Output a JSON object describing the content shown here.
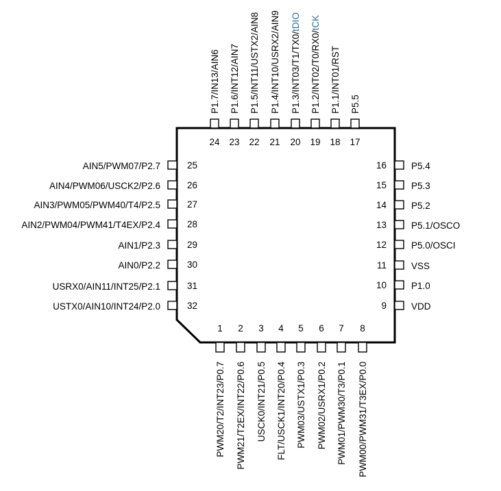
{
  "colors": {
    "outline": "#000000",
    "text": "#000000",
    "highlight": "#2e6f9e"
  },
  "pins": {
    "top": [
      {
        "num": "24",
        "label": "P1.7/IN13/AIN6"
      },
      {
        "num": "23",
        "label": "P1.6/INT12/AIN7"
      },
      {
        "num": "22",
        "label": "P1.5/INT11/USTX2/AIN8"
      },
      {
        "num": "21",
        "label": "P1.4/INT10/USRX2/AIN9"
      },
      {
        "num": "20",
        "label": "P1.3/INT03/T1/TX0/",
        "label_hl": "tDIO"
      },
      {
        "num": "19",
        "label": "P1.2/INT02/T0/RX0/",
        "label_hl": "tCK"
      },
      {
        "num": "18",
        "label": "P1.1/INT01/RST"
      },
      {
        "num": "17",
        "label": "P5.5"
      }
    ],
    "right": [
      {
        "num": "16",
        "label": "P5.4"
      },
      {
        "num": "15",
        "label": "P5.3"
      },
      {
        "num": "14",
        "label": "P5.2"
      },
      {
        "num": "13",
        "label": "P5.1/OSCO"
      },
      {
        "num": "12",
        "label": "P5.0/OSCI"
      },
      {
        "num": "11",
        "label": "VSS"
      },
      {
        "num": "10",
        "label": "P1.0"
      },
      {
        "num": "9",
        "label": "VDD"
      }
    ],
    "bottom": [
      {
        "num": "1",
        "label": "PWM20/T2/INT23/P0.7"
      },
      {
        "num": "2",
        "label": "PWM21/T2EX/INT22/P0.6"
      },
      {
        "num": "3",
        "label": "USCK0/INT21/P0.5"
      },
      {
        "num": "4",
        "label": "FLT/USCK1/INT20/P0.4"
      },
      {
        "num": "5",
        "label": "PWM03/USTX1/P0.3"
      },
      {
        "num": "6",
        "label": "PWM02/USRX1/P0.2"
      },
      {
        "num": "7",
        "label": "PWM01/PWM30/T3/P0.1"
      },
      {
        "num": "8",
        "label": "PWM00/PWM31/T3EX/P0.0"
      }
    ],
    "left": [
      {
        "num": "25",
        "label": "AIN5/PWM07/P2.7"
      },
      {
        "num": "26",
        "label": "AIN4/PWM06/USCK2/P2.6"
      },
      {
        "num": "27",
        "label": "AIN3/PWM05/PWM40/T4/P2.5"
      },
      {
        "num": "28",
        "label": "AIN2/PWM04/PWM41/T4EX/P2.4"
      },
      {
        "num": "29",
        "label": "AIN1/P2.3"
      },
      {
        "num": "30",
        "label": "AIN0/P2.2"
      },
      {
        "num": "31",
        "label": "USRX0/AIN11/INT25/P2.1"
      },
      {
        "num": "32",
        "label": "USTX0/AIN10/INT24/P2.0"
      }
    ]
  }
}
